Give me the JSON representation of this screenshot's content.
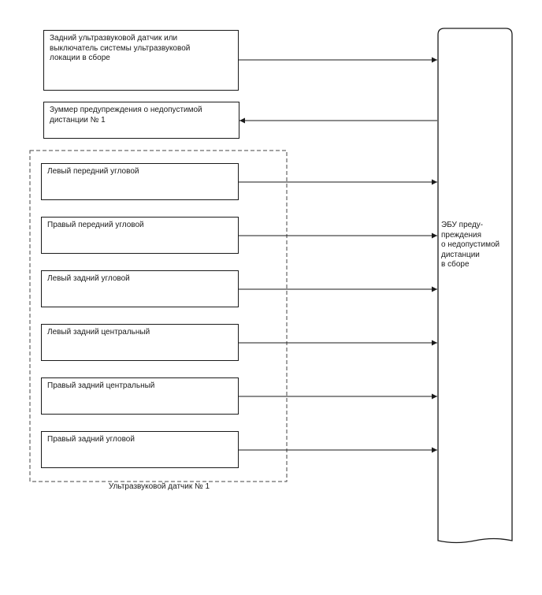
{
  "diagram": {
    "switch_box": "Задний ультразвуковой датчик или\nвыключатель системы ультразвуковой\nлокации в сборе",
    "buzzer_box": "Зуммер предупреждения о недопустимой\nдистанции № 1",
    "sensors": [
      "Левый передний угловой",
      "Правый передний угловой",
      "Левый задний угловой",
      "Левый задний центральный",
      "Правый задний центральный",
      "Правый задний угловой"
    ],
    "sensor_group_label": "Ультразвуковой датчик № 1",
    "ecu_label": "ЭБУ преду-\nпреждения\nо недопустимой\nдистанции\nв сборе"
  }
}
